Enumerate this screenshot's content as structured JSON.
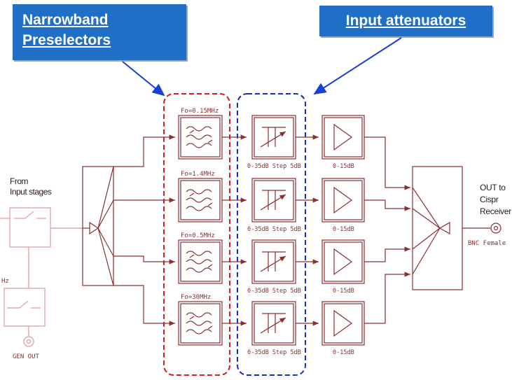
{
  "callouts": {
    "narrowband": {
      "line1": "Narrowband",
      "line2": "Preselectors"
    },
    "attenuators": {
      "text": "Input attenuators"
    }
  },
  "labels": {
    "from_line1": "From",
    "from_line2": "Input stages",
    "out_line1": "OUT to",
    "out_line2": "Cispr",
    "out_line3": "Receiver",
    "bnc": "BNC Female",
    "gen_out": "GEN OUT",
    "hz": "Hz"
  },
  "channels": [
    {
      "filter": "Fo=0.15MHz",
      "attenuator": "0-35dB Step 5dB",
      "amp": "0-15dB"
    },
    {
      "filter": "Fo=1.4MHz",
      "attenuator": "0-35dB Step 5dB",
      "amp": "0-15dB"
    },
    {
      "filter": "Fo=0.5MHz",
      "attenuator": "0-35dB Step 5dB",
      "amp": "0-15dB"
    },
    {
      "filter": "Fo=30MHz",
      "attenuator": "0-35dB Step 5dB",
      "amp": "0-15dB"
    }
  ],
  "colors": {
    "callout_bg": "#1f6fc6",
    "arrow": "#1a3fd6",
    "schematic_line": "#8a3030",
    "faded_line": "#e0a8a8",
    "preselector_box": "#d42020",
    "attenuator_box": "#1a2fc0"
  }
}
